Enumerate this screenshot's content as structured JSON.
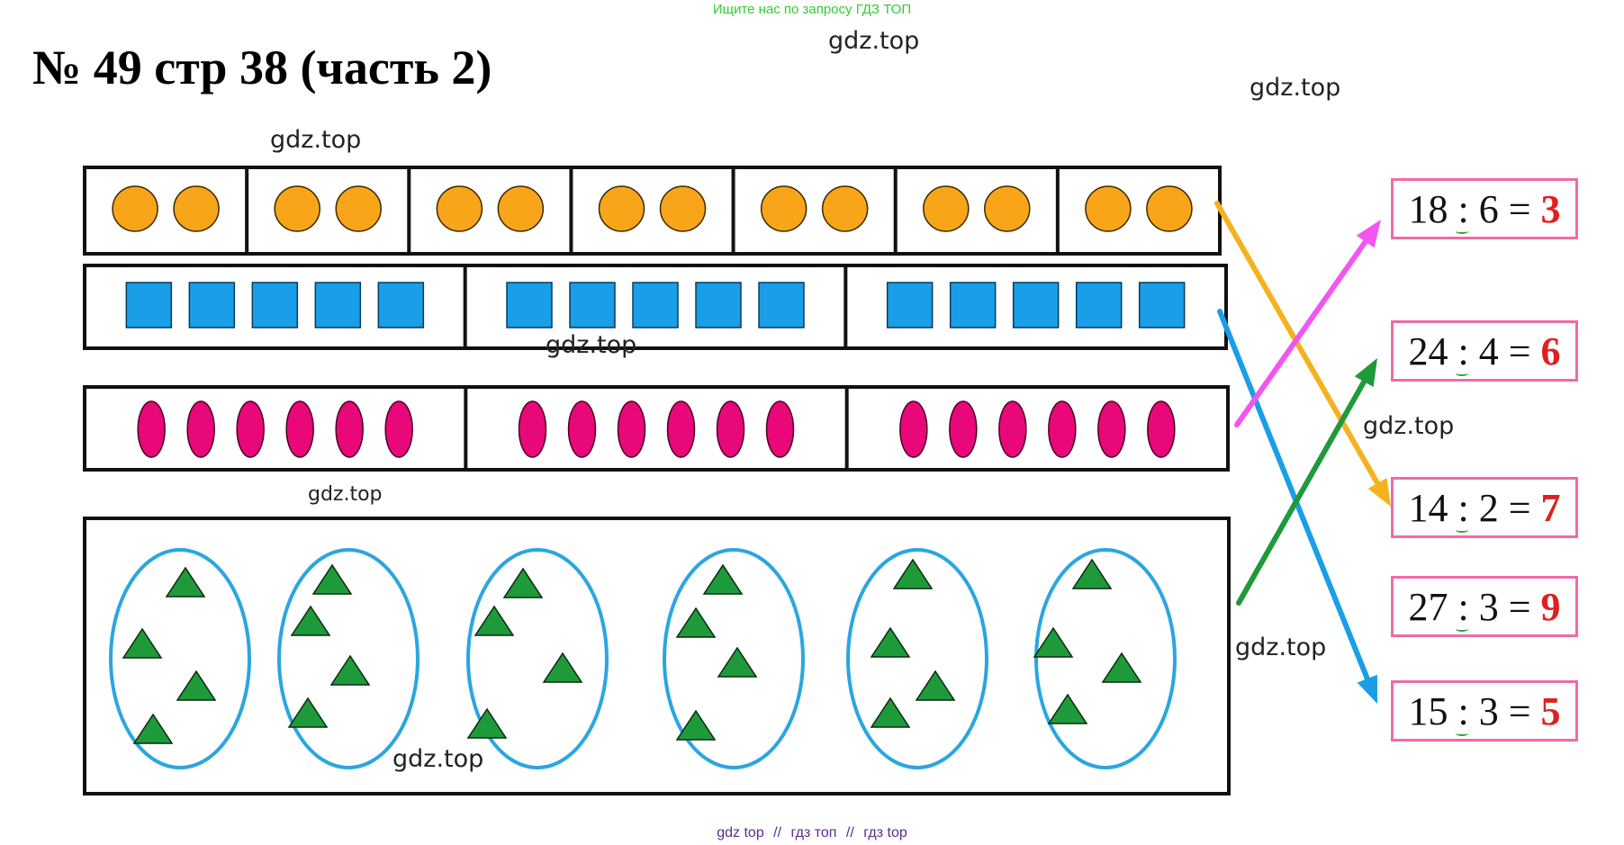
{
  "header": {
    "search_note": "Ищите нас по запросу ГДЗ ТОП",
    "title": "№ 49 стр 38 (часть 2)"
  },
  "watermarks": {
    "top_center": "gdz.top",
    "top_right": "gdz.top",
    "above_circles": "gdz.top",
    "middle_squares": "gdz.top",
    "above_triangles": "gdz.top",
    "right_middle": "gdz.top",
    "right_lower": "gdz.top",
    "bottom_center": "gdz.top"
  },
  "footer": {
    "left": "gdz top",
    "sep1": "//",
    "middle": "гдз топ",
    "sep2": "//",
    "right": "гдз top"
  },
  "groups": {
    "circles": {
      "boxes": 7,
      "per_box": 2,
      "color": "#f9a51a"
    },
    "squares": {
      "boxes": 3,
      "per_box": 5,
      "color": "#1a9ee8"
    },
    "ovals": {
      "boxes": 3,
      "per_box": 6,
      "color": "#e8087a"
    },
    "triangles": {
      "groups": 6,
      "per_group": 4,
      "color": "#1f9a3a",
      "ring_color": "#2aa6e0"
    }
  },
  "equations": [
    {
      "left": "18",
      "op": ":",
      "right": "6",
      "eq": "=",
      "result": "3"
    },
    {
      "left": "24",
      "op": ":",
      "right": "4",
      "eq": "=",
      "result": "6"
    },
    {
      "left": "14",
      "op": ":",
      "right": "2",
      "eq": "=",
      "result": "7"
    },
    {
      "left": "27",
      "op": ":",
      "right": "3",
      "eq": "=",
      "result": "9"
    },
    {
      "left": "15",
      "op": ":",
      "right": "3",
      "eq": "=",
      "result": "5"
    }
  ],
  "arrows": [
    {
      "from": "circles",
      "to_equation": 2,
      "color": "#f5b21e"
    },
    {
      "from": "squares",
      "to_equation": 4,
      "color": "#1a9ee8"
    },
    {
      "from": "ovals",
      "to_equation": 0,
      "color": "#f255f2"
    },
    {
      "from": "triangles",
      "to_equation": 1,
      "color": "#1f9a3a"
    }
  ]
}
